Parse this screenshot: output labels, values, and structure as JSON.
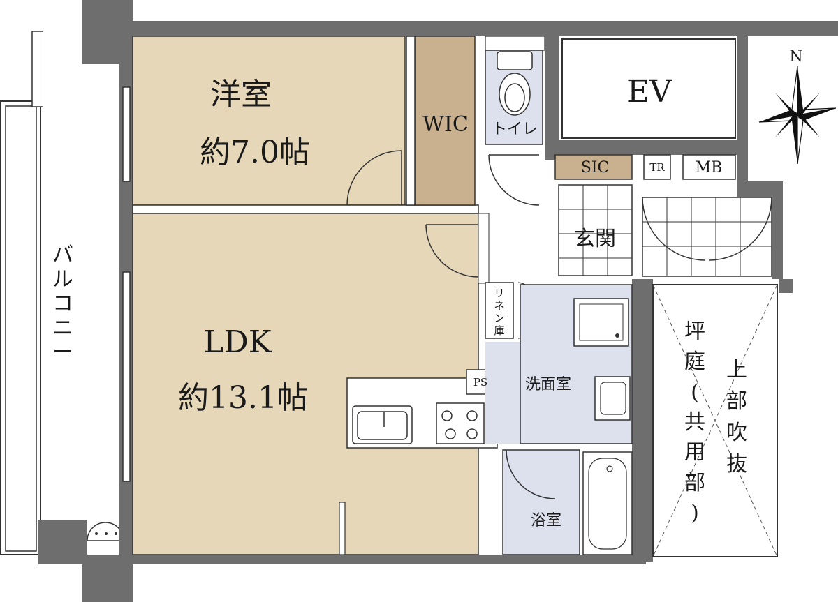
{
  "rooms": {
    "western": {
      "name": "洋室",
      "size": "約7.0帖"
    },
    "wic": "WIC",
    "toilet": "トイレ",
    "ev": "EV",
    "sic": "SIC",
    "tr": "TR",
    "mb": "MB",
    "entrance": "玄関",
    "ldk": {
      "name": "LDK",
      "size": "約13.1帖"
    },
    "linen": [
      "リ",
      "ネ",
      "ン",
      "庫"
    ],
    "ps": "PS",
    "washroom": "洗面室",
    "bathroom": "浴室",
    "balcony": [
      "バ",
      "ル",
      "コ",
      "ニ",
      "ー"
    ],
    "garden": [
      "坪",
      "庭",
      "(",
      "共",
      "用",
      "部",
      ")"
    ],
    "void": [
      "上",
      "部",
      "吹",
      "抜"
    ]
  },
  "compass": {
    "north_label": "N"
  },
  "colors": {
    "wall": "#6e6e6e",
    "western_floor": "#e6d7b8",
    "wic_floor": "#c9b18f",
    "ldk_floor": "#e6d7b8",
    "wet_floor": "#dde1ee",
    "sic_floor": "#c9b18f",
    "outline": "#333333"
  }
}
